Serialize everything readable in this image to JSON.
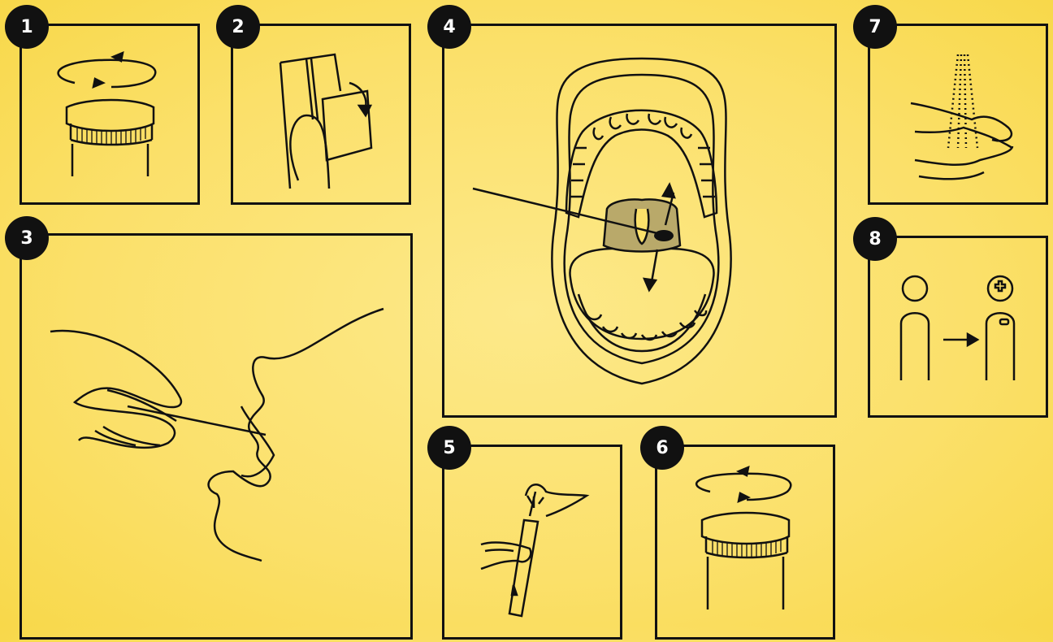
{
  "steps": [
    {
      "number": "1",
      "icon": "cap-unscrew-icon"
    },
    {
      "number": "2",
      "icon": "open-swab-packet-icon"
    },
    {
      "number": "3",
      "icon": "swab-mouth-profile-icon"
    },
    {
      "number": "4",
      "icon": "open-mouth-throat-swab-icon"
    },
    {
      "number": "5",
      "icon": "break-swab-into-tube-icon"
    },
    {
      "number": "6",
      "icon": "cap-screw-icon"
    },
    {
      "number": "7",
      "icon": "wash-hands-icon"
    },
    {
      "number": "8",
      "icon": "hand-over-to-medic-icon"
    }
  ],
  "colors": {
    "background": "#fbe06a",
    "ink": "#111111",
    "tonsil_fill": "#b9a96a"
  }
}
